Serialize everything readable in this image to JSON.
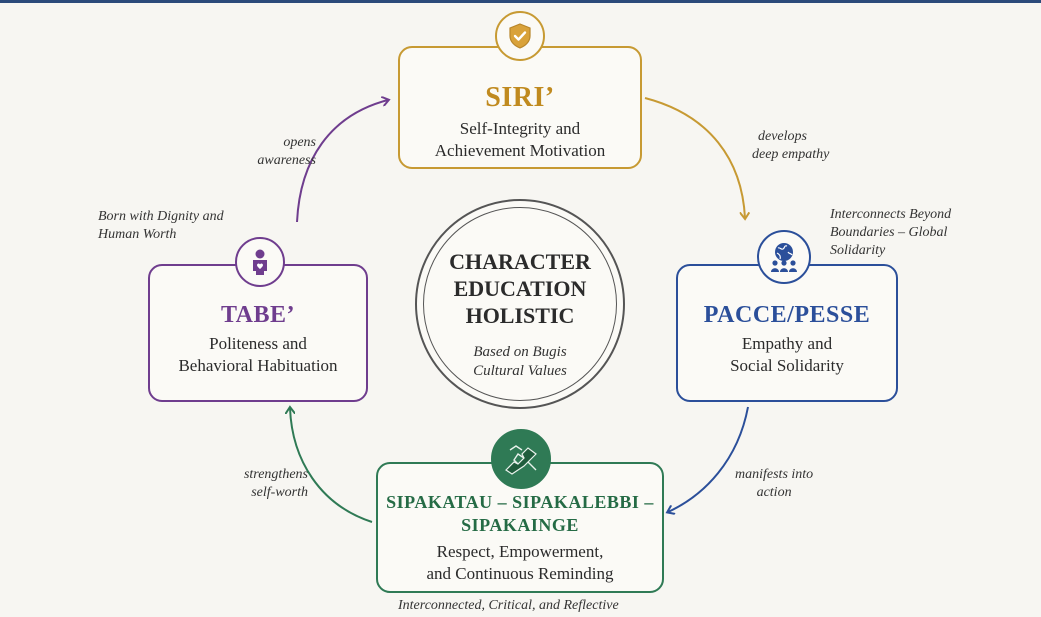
{
  "center": {
    "line1": "CHARACTER",
    "line2": "EDUCATION",
    "line3": "HOLISTIC",
    "sub1": "Based on Bugis",
    "sub2": "Cultural Values"
  },
  "nodes": {
    "siri": {
      "title": "SIRI’",
      "desc1": "Self-Integrity and",
      "desc2": "Achievement Motivation",
      "icon": "shield-check-icon",
      "color": "#c79a33"
    },
    "pacce": {
      "title": "PACCE/PESSE",
      "desc1": "Empathy and",
      "desc2": "Social Solidarity",
      "icon": "globe-people-icon",
      "color": "#2b4f9a"
    },
    "sipakatau": {
      "title1": "SIPAKATAU – SIPAKALEBBI –",
      "title2": "SIPAKAINGE",
      "desc1": "Respect, Empowerment,",
      "desc2": "and Continuous Reminding",
      "icon": "handshake-icon",
      "color": "#2f7a55"
    },
    "tabe": {
      "title": "TABE’",
      "desc1": "Politeness and",
      "desc2": "Behavioral Habituation",
      "icon": "person-heart-icon",
      "color": "#6f3d8e"
    }
  },
  "arrows": {
    "siri_to_pacce": {
      "line1": "develops",
      "line2": "deep empathy"
    },
    "pacce_to_sipakatau": {
      "line1": "manifests into",
      "line2": "action"
    },
    "sipakatau_to_tabe": {
      "line1": "strengthens",
      "line2": "self-worth"
    },
    "tabe_to_siri": {
      "line1": "opens",
      "line2": "awareness"
    }
  },
  "notes": {
    "tabe_note": {
      "line1": "Born with Dignity and",
      "line2": "Human Worth"
    },
    "pacce_note": {
      "line1": "Interconnects Beyond",
      "line2": "Boundaries – Global",
      "line3": "Solidarity"
    },
    "sipakatau_note": "Interconnected, Critical, and Reflective"
  }
}
